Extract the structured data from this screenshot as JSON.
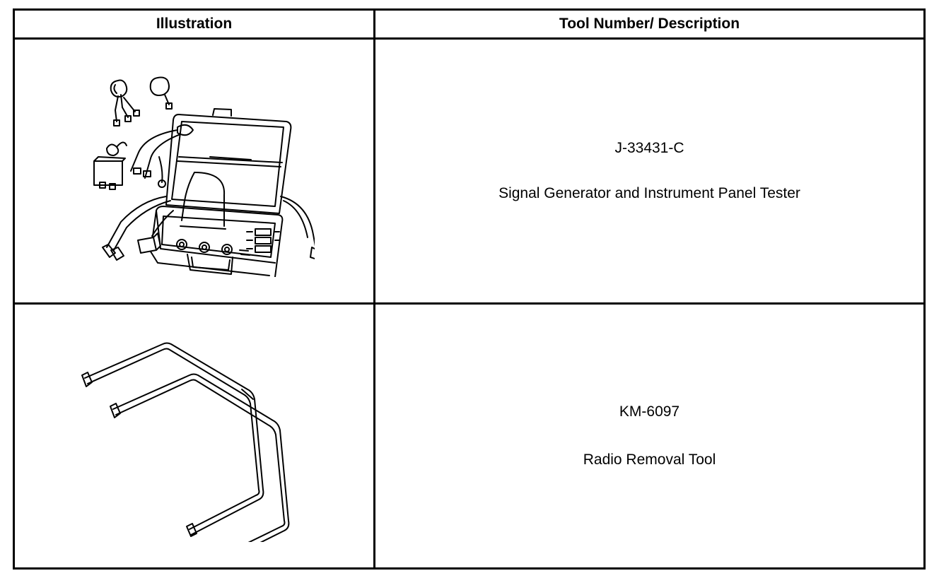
{
  "table": {
    "headers": {
      "illustration": "Illustration",
      "description": "Tool Number/ Description"
    },
    "rows": [
      {
        "illustration_icon": "signal-generator-case-illustration",
        "tool_number": "J-33431-C",
        "description": "Signal Generator and Instrument Panel Tester"
      },
      {
        "illustration_icon": "radio-removal-tool-illustration",
        "tool_number": "KM-6097",
        "description": "Radio Removal Tool"
      }
    ]
  }
}
